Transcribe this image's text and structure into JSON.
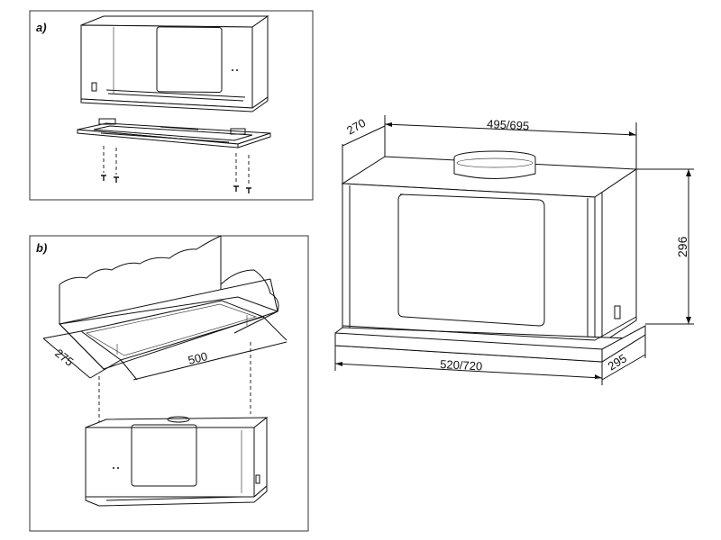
{
  "panels": {
    "a": {
      "label": "a)"
    },
    "b": {
      "label": "b)",
      "cutout_depth": "275",
      "cutout_width": "500"
    }
  },
  "main_view": {
    "depth_top": "270",
    "width_top": "495/695",
    "height": "296",
    "width_bottom": "520/720",
    "depth_bottom": "295"
  }
}
